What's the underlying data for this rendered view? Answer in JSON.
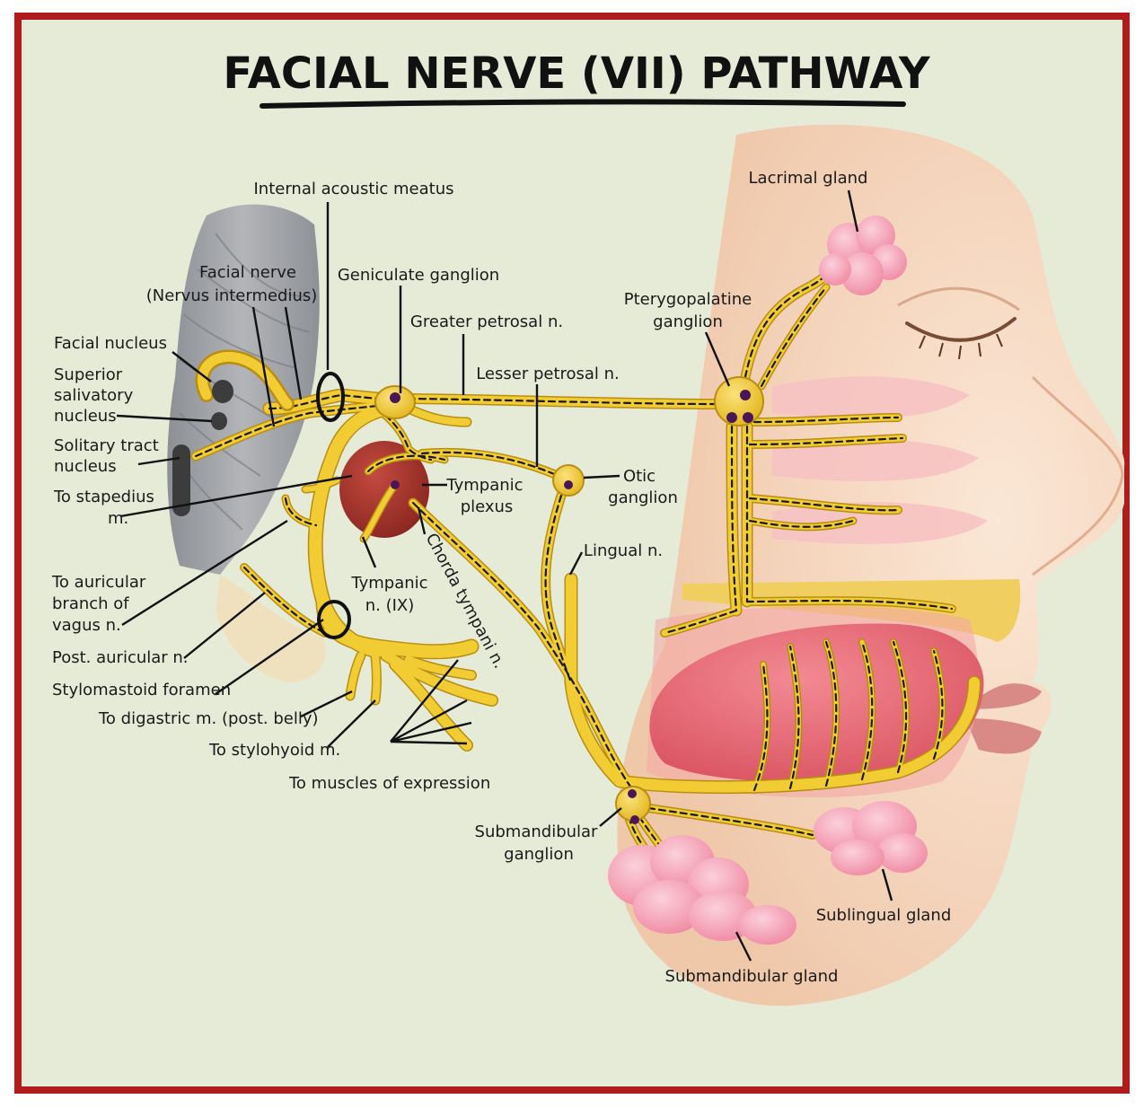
{
  "title": "FACIAL NERVE (VII) PATHWAY",
  "colors": {
    "border": "#b01c1c",
    "background": "#e6ebd8",
    "nerve": "#f2cc33",
    "skin": "#f7dcc4",
    "gland": "#f6b3c4",
    "tongue": "#e86a78",
    "brainstem": "#9a9ca0",
    "ganglion_dot": "#4b1657",
    "tympanic_cavity": "#a9362f"
  },
  "labels": {
    "internal_acoustic_meatus": "Internal acoustic meatus",
    "facial_nerve": "Facial nerve",
    "nervus_intermedius": "(Nervus intermedius)",
    "geniculate_ganglion": "Geniculate ganglion",
    "greater_petrosal": "Greater petrosal n.",
    "lesser_petrosal": "Lesser petrosal n.",
    "facial_nucleus": "Facial nucleus",
    "superior_salivatory_1": "Superior",
    "superior_salivatory_2": "salivatory",
    "superior_salivatory_3": "nucleus",
    "solitary_tract_1": "Solitary tract",
    "solitary_tract_2": "nucleus",
    "to_stapedius_1": "To stapedius",
    "to_stapedius_2": "m.",
    "tympanic_plexus_1": "Tympanic",
    "tympanic_plexus_2": "plexus",
    "otic_ganglion_1": "Otic",
    "otic_ganglion_2": "ganglion",
    "lacrimal_gland": "Lacrimal gland",
    "pterygopalatine_1": "Pterygopalatine",
    "pterygopalatine_2": "ganglion",
    "lingual_n": "Lingual n.",
    "chorda_tympani": "Chorda tympani n.",
    "tympanic_n_1": "Tympanic",
    "tympanic_n_2": "n. (IX)",
    "auricular_vagus_1": "To auricular",
    "auricular_vagus_2": "branch of",
    "auricular_vagus_3": "vagus n.",
    "post_auricular": "Post. auricular n.",
    "stylomastoid": "Stylomastoid foramen",
    "digastric": "To digastric m. (post. belly)",
    "stylohyoid": "To stylohyoid m.",
    "muscles_expression": "To muscles of expression",
    "submandibular_ganglion_1": "Submandibular",
    "submandibular_ganglion_2": "ganglion",
    "sublingual_gland": "Sublingual gland",
    "submandibular_gland": "Submandibular gland"
  }
}
